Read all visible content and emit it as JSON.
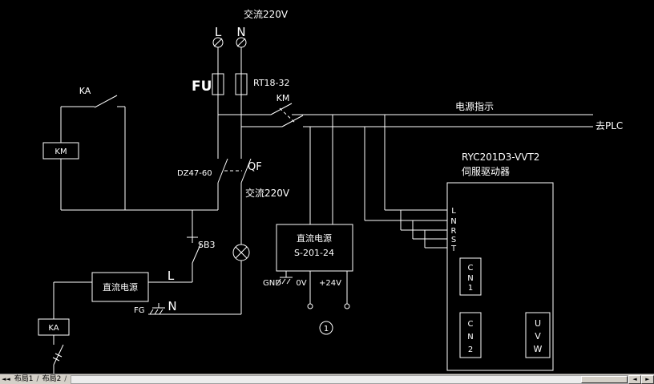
{
  "colors": {
    "canvas_bg": "#000000",
    "line": "#ffffff",
    "bar_bg": "#d4d0c8",
    "bar_text": "#000000"
  },
  "diagram": {
    "ac_supply_top": "交流220V",
    "phase_l": "L",
    "phase_n": "N",
    "fuse_label": "FU",
    "fuse_model": "RT18-32",
    "km_contact": "KM",
    "power_indicator": "电源指示",
    "to_plc": "去PLC",
    "ka_contact": "KA",
    "km_coil": "KM",
    "breaker_model": "DZ47-60",
    "breaker_label": "QF",
    "ac_after_breaker": "交流220V",
    "pushbutton": "SB3",
    "dc_supply_title": "直流电源",
    "dc_supply_model": "S-201-24",
    "gnd": "GND",
    "zero_v": "0V",
    "plus_24v": "+24V",
    "node_number": "1",
    "left_dc_title": "直流电源",
    "out_l": "L",
    "out_n": "N",
    "fg": "FG",
    "ka_coil": "KA",
    "servo_model": "RYC201D3-VVT2",
    "servo_name": "伺服驱动器",
    "servo_terminals": [
      "L",
      "N",
      "R",
      "S",
      "T"
    ],
    "cn1": [
      "C",
      "N",
      "1"
    ],
    "cn2": [
      "C",
      "N",
      "2"
    ],
    "uvw": [
      "U",
      "V",
      "W"
    ]
  },
  "bottom_bar": {
    "nav": "◄◄",
    "tab1": "布局1",
    "sep": "/",
    "tab2": "布局2",
    "scroll_left": "◄",
    "scroll_right": "►"
  }
}
